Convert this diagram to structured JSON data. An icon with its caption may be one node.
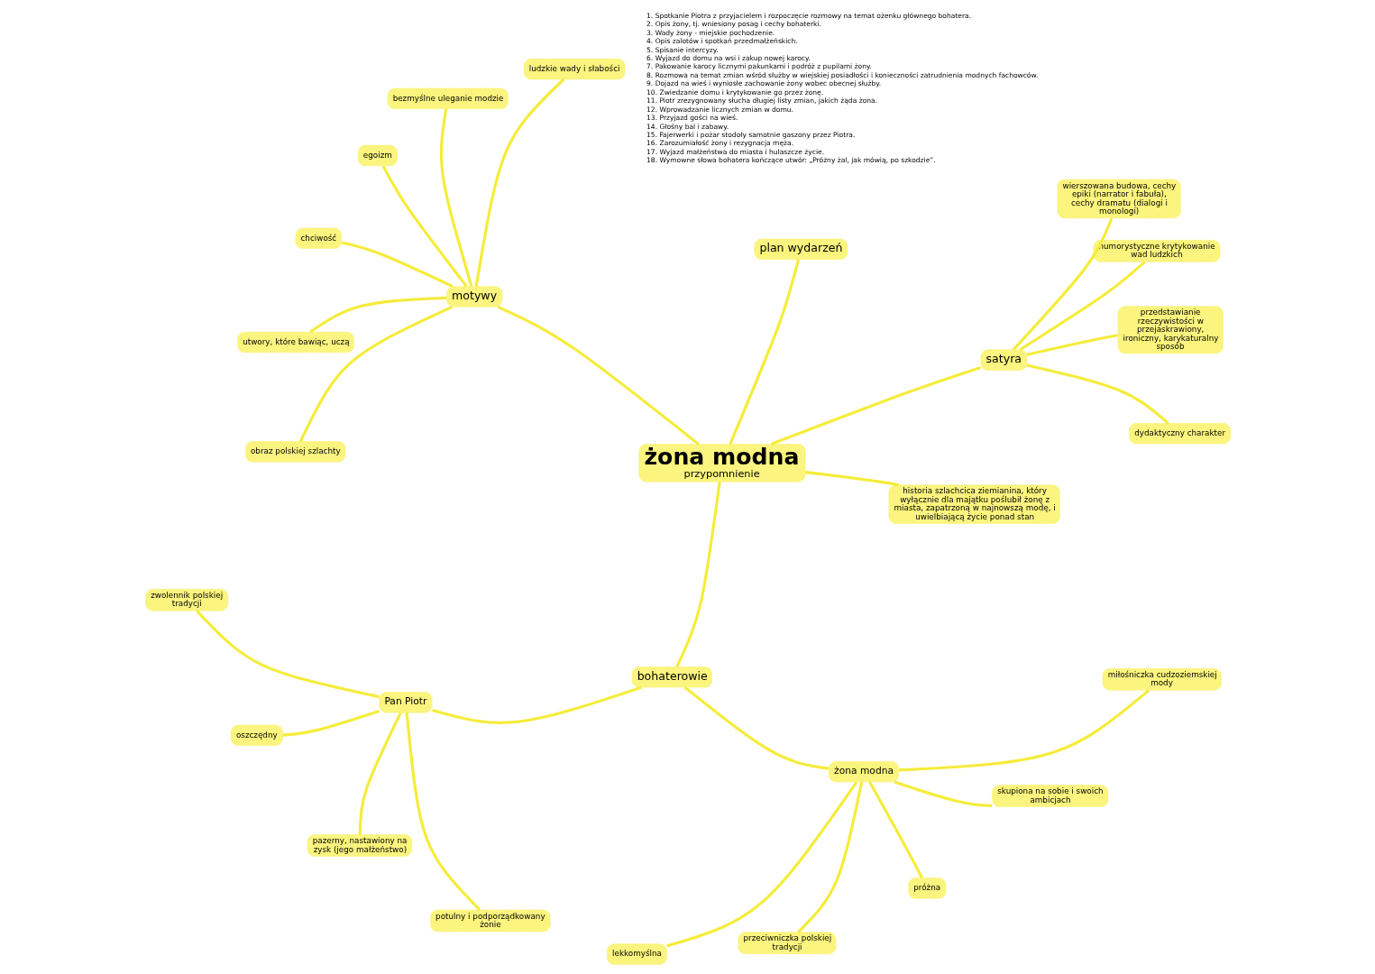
{
  "diagram": {
    "nodes": [
      {
        "text": [
          "żona modna",
          "przypomnienie"
        ]
      },
      {
        "text": [
          "satyra"
        ]
      },
      {
        "text": [
          "dydaktyczny charakter"
        ]
      },
      {
        "text": [
          "przedstawianie rzeczywistości w przejaskrawiony, ironiczny, karykaturalny sposób"
        ]
      },
      {
        "text": [
          "humorystyczne krytykowanie wad ludzkich"
        ]
      },
      {
        "text": [
          "wierszowana budowa, cechy epiki (narrator i fabuła), cechy dramatu (dialogi i monologi)"
        ]
      },
      {
        "text": [
          "historia szlachcica ziemianina, który wyłącznie dla majątku poślubił żonę z miasta, zapatrzoną w najnowszą modę, i uwielbiającą życie ponad stan"
        ]
      },
      {
        "text": [
          "plan wydarzeń"
        ]
      },
      {
        "text": [
          "motywy"
        ]
      },
      {
        "text": [
          "ludzkie wady i słabości"
        ]
      },
      {
        "text": [
          "bezmyślne uleganie modzie"
        ]
      },
      {
        "text": [
          "egoizm"
        ]
      },
      {
        "text": [
          "chciwość"
        ]
      },
      {
        "text": [
          "utwory, które bawiąc, uczą"
        ]
      },
      {
        "text": [
          "obraz polskiej szlachty"
        ]
      },
      {
        "text": [
          "bohaterowie"
        ]
      },
      {
        "text": [
          "Pan Piotr"
        ]
      },
      {
        "text": [
          "zwolennik polskiej tradycji"
        ]
      },
      {
        "text": [
          "oszczędny"
        ]
      },
      {
        "text": [
          "pazerny, nastawiony na zysk (jego małżeństwo)"
        ]
      },
      {
        "text": [
          "potulny i podporządkowany żonie"
        ]
      },
      {
        "text": [
          "żona modna"
        ]
      },
      {
        "text": [
          "lekkomyślna"
        ]
      },
      {
        "text": [
          "przeciwniczka polskiej tradycji"
        ]
      },
      {
        "text": [
          "próżna"
        ]
      },
      {
        "text": [
          "skupiona na sobie i swoich ambicjach"
        ]
      },
      {
        "text": [
          "miłośniczka cudzoziemskiej mody"
        ]
      }
    ],
    "edges": [
      {
        "from": 0,
        "to": 7,
        "arrow": "none"
      },
      {
        "from": 0,
        "to": 1,
        "arrow": "none"
      },
      {
        "from": 1,
        "to": 5,
        "arrow": "none"
      },
      {
        "from": 1,
        "to": 2,
        "arrow": "none"
      },
      {
        "from": 1,
        "to": 3,
        "arrow": "none"
      },
      {
        "from": 1,
        "to": 4,
        "arrow": "none"
      },
      {
        "from": 6,
        "to": 0,
        "arrow": "none"
      },
      {
        "from": 0,
        "to": 8,
        "arrow": "none"
      },
      {
        "from": 8,
        "to": 9,
        "arrow": "none"
      },
      {
        "from": 8,
        "to": 10,
        "arrow": "none"
      },
      {
        "from": 8,
        "to": 11,
        "arrow": "none"
      },
      {
        "from": 8,
        "to": 12,
        "arrow": "none"
      },
      {
        "from": 8,
        "to": 14,
        "arrow": "none"
      },
      {
        "from": 8,
        "to": 13,
        "arrow": "none"
      },
      {
        "from": 0,
        "to": 15,
        "arrow": "none"
      },
      {
        "from": 15,
        "to": 16,
        "arrow": "none"
      },
      {
        "from": 15,
        "to": 21,
        "arrow": "none"
      },
      {
        "from": 16,
        "to": 17,
        "arrow": "none"
      },
      {
        "from": 16,
        "to": 18,
        "arrow": "none"
      },
      {
        "from": 16,
        "to": 19,
        "arrow": "none"
      },
      {
        "from": 16,
        "to": 20,
        "arrow": "none"
      },
      {
        "from": 21,
        "to": 22,
        "arrow": "none"
      },
      {
        "from": 21,
        "to": 23,
        "arrow": "none"
      },
      {
        "from": 21,
        "to": 24,
        "arrow": "none"
      },
      {
        "from": 21,
        "to": 25,
        "arrow": "none"
      },
      {
        "from": 21,
        "to": 26,
        "arrow": "none"
      }
    ],
    "labels": [
      "1. Spotkanie Piotra z przyjacielem i rozpoczęcie rozmowy na temat ożenku głównego bohatera.",
      "2. Opis żony, tj. wniesiony posag i cechy bohaterki.",
      "3. Wady żony - miejskie pochodzenie.",
      "4. Opis zalotów i spotkań przedmałżeńskich.",
      "5. Spisanie intercyzy.",
      "6. Wyjazd do domu na wsi i zakup nowej karocy.",
      "7. Pakowanie karocy licznymi pakunkami i podróż z pupilami żony.",
      "8. Rozmowa na temat zmian wśród służby w wiejskiej posiadłości i konieczności zatrudnienia modnych fachowców.",
      "9. Dojazd na wieś i wyniosłe zachowanie żony wobec obecnej służby.",
      "10. Zwiedzanie domu i krytykowanie go przez żonę.",
      "11. Piotr zrezygnowany słucha długiej listy zmian, jakich żąda żona.",
      "12. Wprowadzanie licznych zmian w domu.",
      "13. Przyjazd gości na wieś.",
      "14. Głośny bal i zabawy.",
      "15. Fajerwerki i pożar stodoły samotnie gaszony przez Piotra.",
      "16. Zarozumiałość żony i rezygnacja męża.",
      "17. Wyjazd małżeństwa do miasta i hulaszcze życie.",
      "18. Wymowne słowa bohatera kończące utwór: „Próżny żal, jak mówią, po szkodzie”."
    ]
  }
}
